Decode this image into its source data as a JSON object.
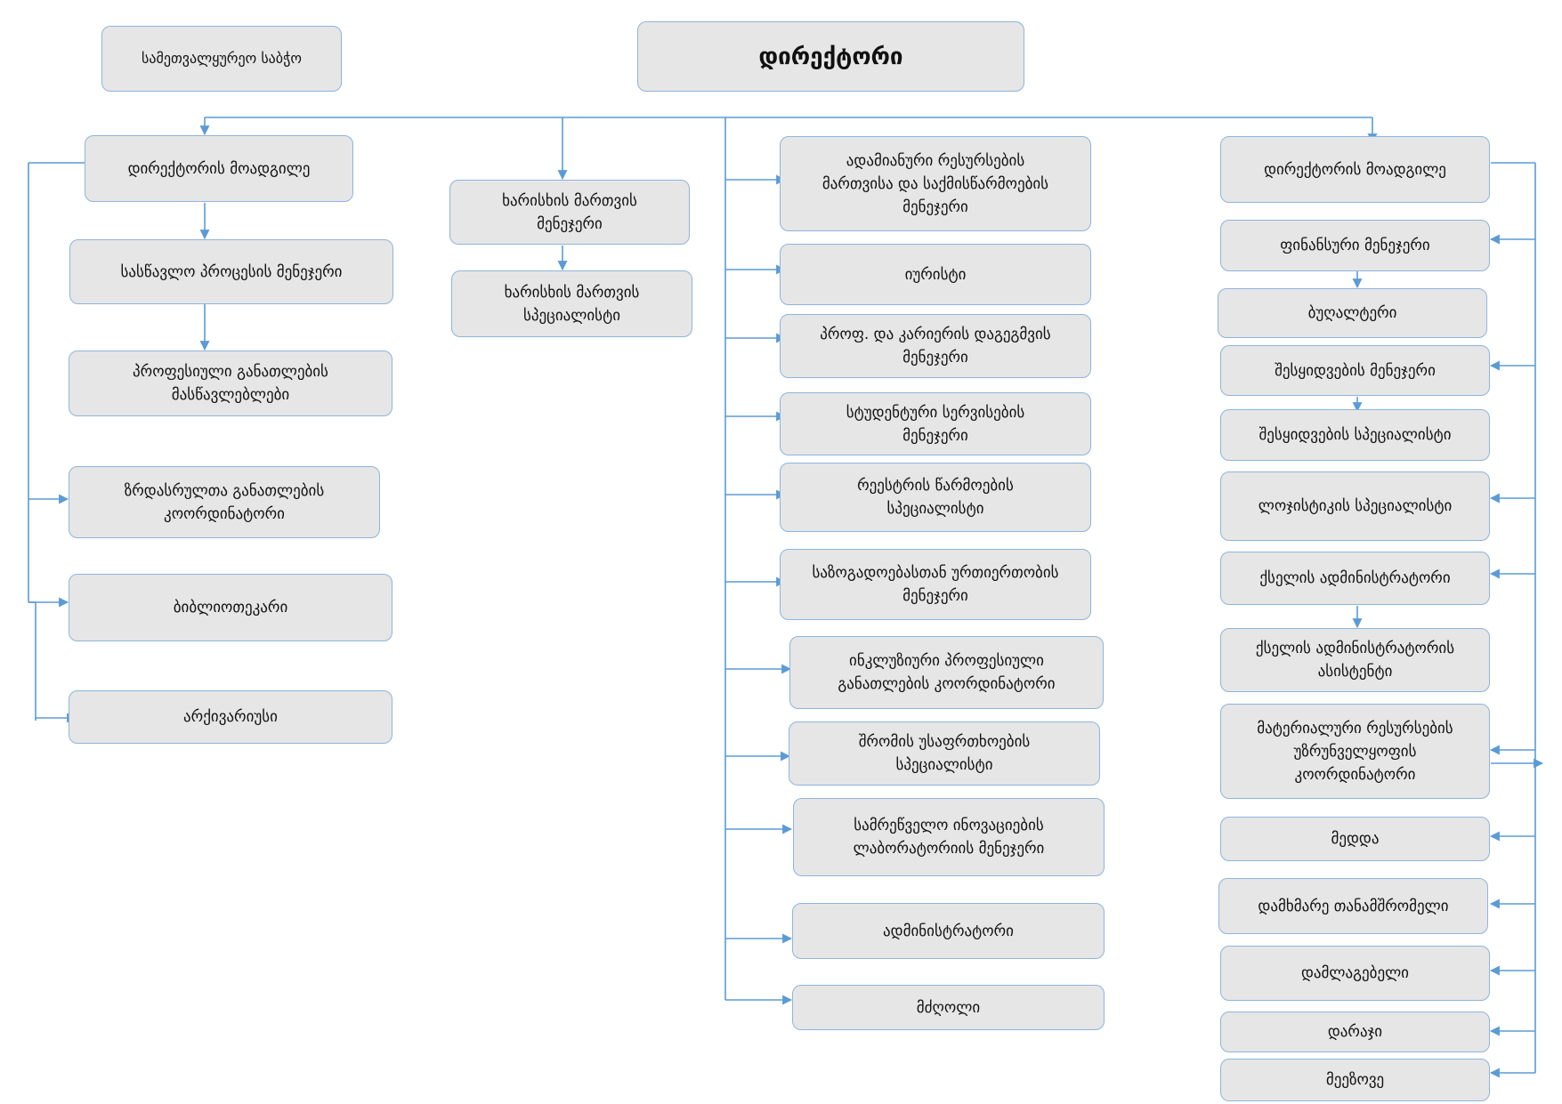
{
  "board": "სამეთვალყურეო საბჭო",
  "director": "დირექტორი",
  "left": {
    "head": "დირექტორის მოადგილე",
    "chain": [
      "სასწავლო პროცესის მენეჯერი",
      "პროფესიული განათლების\nმასწავლებლები"
    ],
    "items": [
      "ზრდასრულთა განათლების\nკოორდინატორი",
      "ბიბლიოთეკარი",
      "არქივარიუსი"
    ]
  },
  "quality": {
    "manager": "ხარისხის  მართვის\nმენეჯერი",
    "specialist": "ხარისხის  მართვის\nსპეციალისტი"
  },
  "center": {
    "items": [
      "ადამიანური რესურსების\nმართვისა და საქმისწარმოების\nმენეჯერი",
      "იურისტი",
      "პროფ. და კარიერის დაგეგმვის\nმენეჯერი",
      "სტუდენტური სერვისების\nმენეჯერი",
      "რეესტრის წარმოების\nსპეციალისტი",
      "საზოგადოებასთან ურთიერთობის\nმენეჯერი",
      "ინკლუზიური პროფესიული\nგანათლების კოორდინატორი",
      "შრომის უსაფრთხოების\nსპეციალისტი",
      "სამრეწველო ინოვაციების\nლაბორატორიის მენეჯერი",
      "ადმინისტრატორი",
      "მძღოლი"
    ]
  },
  "right": {
    "head": "დირექტორის მოადგილე",
    "items": [
      "ფინანსური მენეჯერი",
      "ბუღალტერი",
      "შესყიდვების მენეჯერი",
      "შესყიდვების სპეციალისტი",
      "ლოჯისტიკის სპეციალისტი",
      "ქსელის ადმინისტრატორი",
      "ქსელის ადმინისტრატორის\nასისტენტი",
      "მატერიალური რესურსების\nუზრუნველყოფის\nკოორდინატორი",
      "მედდა",
      "დამხმარე თანამშრომელი",
      "დამლაგებელი",
      "დარაჯი",
      "მეეზოვე"
    ]
  },
  "colors": {
    "line": "#5b9bd5",
    "box_fill": "#e6e6e6",
    "box_border": "#8eb4de"
  }
}
